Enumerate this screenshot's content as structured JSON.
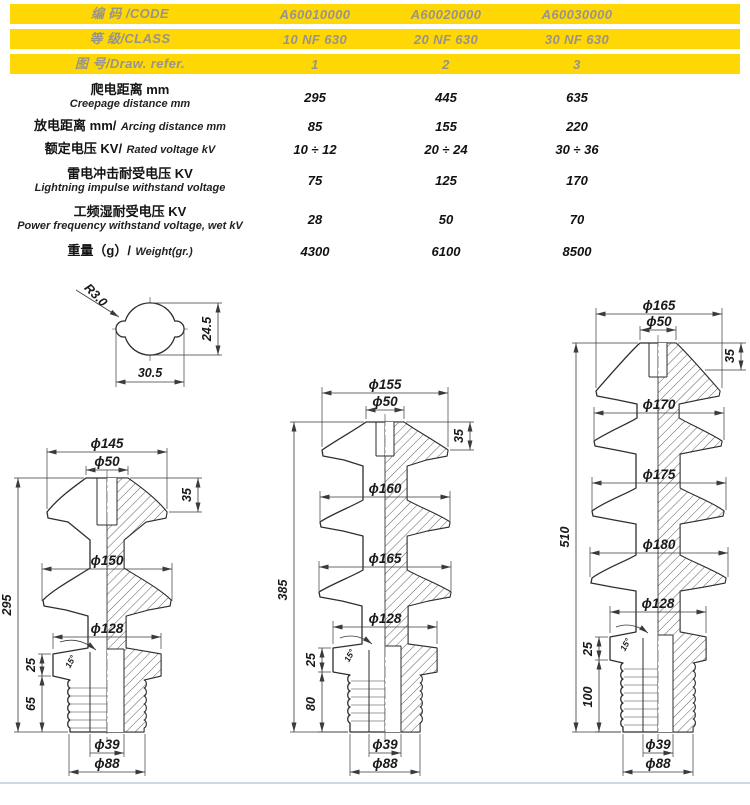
{
  "colors": {
    "band_yellow": "#ffd705",
    "band_text": "#97948c",
    "footer_rule": "#cfdae0",
    "line": "#2e2e2e"
  },
  "table": {
    "band_rows": [
      {
        "label": "编 码 /CODE",
        "values": [
          "A60010000",
          "A60020000",
          "A60030000"
        ]
      },
      {
        "label": "等 级/CLASS",
        "values": [
          "10 NF 630",
          "20 NF 630",
          "30 NF 630"
        ]
      },
      {
        "label": "图 号/Draw. refer.",
        "values": [
          "1",
          "2",
          "3"
        ]
      }
    ],
    "spec_rows": [
      {
        "zh": "爬电距离 mm",
        "en": "Creepage distance mm",
        "values": [
          "295",
          "445",
          "635"
        ]
      },
      {
        "zh": "放电距离 mm/",
        "en": "Arcing distance mm",
        "values": [
          "85",
          "155",
          "220"
        ]
      },
      {
        "zh": "额定电压 KV/",
        "en": "Rated voltage kV",
        "values": [
          "10 ÷ 12",
          "20 ÷ 24",
          "30 ÷ 36"
        ]
      },
      {
        "zh": "雷电冲击耐受电压 KV",
        "en": "Lightning impulse withstand voltage",
        "values": [
          "75",
          "125",
          "170"
        ]
      },
      {
        "zh": "工频湿耐受电压 KV",
        "en": "Power frequency withstand voltage, wet kV",
        "values": [
          "28",
          "50",
          "70"
        ]
      },
      {
        "zh": "重量（g）/",
        "en": "Weight(gr.)",
        "values": [
          "4300",
          "6100",
          "8500"
        ]
      }
    ]
  },
  "drawings": {
    "section_view": {
      "labels": {
        "radius": "R3.0",
        "height": "24.5",
        "width": "30.5"
      }
    },
    "fig1": {
      "labels": {
        "shed1": "ϕ145",
        "top": "ϕ50",
        "cap_h": "35",
        "shed2": "ϕ150",
        "total_h": "295",
        "collar": "ϕ128",
        "collar_h": "25",
        "taper": "15°",
        "thread_h": "65",
        "hole": "ϕ39",
        "base": "ϕ88"
      }
    },
    "fig2": {
      "labels": {
        "shed1": "ϕ155",
        "top": "ϕ50",
        "cap_h": "35",
        "shed2": "ϕ160",
        "shed3": "ϕ165",
        "total_h": "385",
        "collar": "ϕ128",
        "collar_h": "25",
        "taper": "15°",
        "thread_h": "80",
        "hole": "ϕ39",
        "base": "ϕ88"
      }
    },
    "fig3": {
      "labels": {
        "shed1": "ϕ165",
        "top": "ϕ50",
        "cap_h": "35",
        "shed2": "ϕ170",
        "shed3": "ϕ175",
        "shed4": "ϕ180",
        "total_h": "510",
        "collar": "ϕ128",
        "collar_h": "25",
        "taper": "15°",
        "thread_h": "100",
        "hole": "ϕ39",
        "base": "ϕ88"
      }
    }
  }
}
